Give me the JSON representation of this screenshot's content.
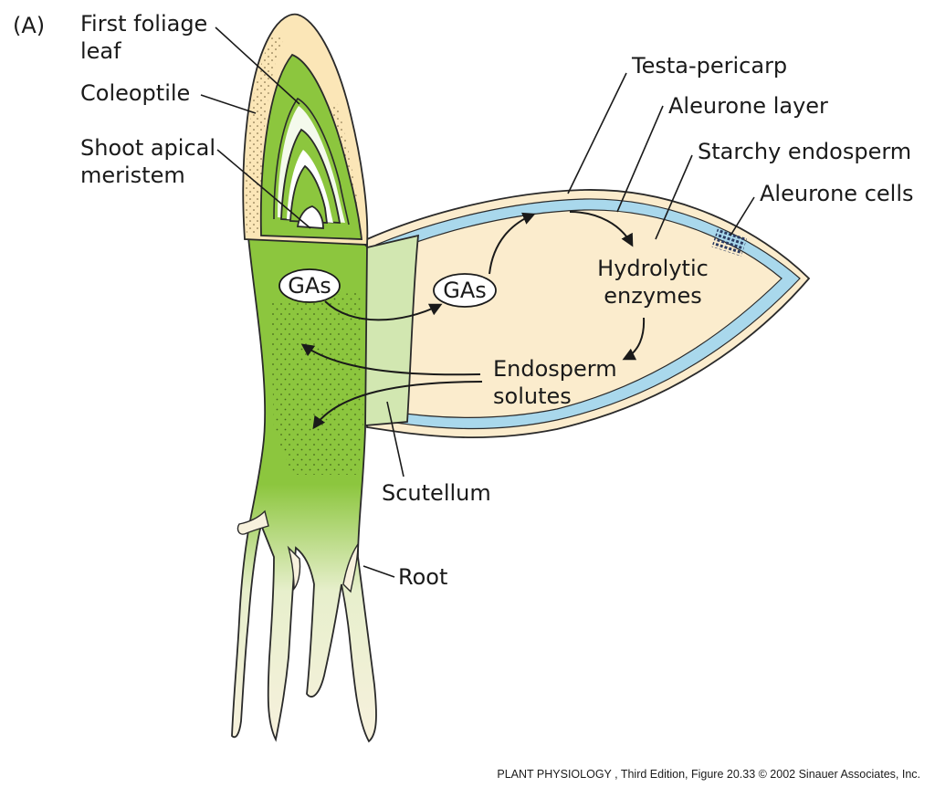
{
  "panel_label": "(A)",
  "labels": {
    "first_foliage_leaf": [
      "First foliage",
      "leaf"
    ],
    "coleoptile": "Coleoptile",
    "shoot_apical_meristem": [
      "Shoot apical",
      "meristem"
    ],
    "testa_pericarp": "Testa-pericarp",
    "aleurone_layer": "Aleurone layer",
    "starchy_endosperm": "Starchy endosperm",
    "aleurone_cells": "Aleurone cells",
    "gas_embryo": "GAs",
    "gas_endosperm": "GAs",
    "hydrolytic_enzymes": [
      "Hydrolytic",
      "enzymes"
    ],
    "endosperm_solutes": [
      "Endosperm",
      "solutes"
    ],
    "scutellum": "Scutellum",
    "root": "Root"
  },
  "credit": "PLANT PHYSIOLOGY , Third Edition, Figure 20.33  © 2002 Sinauer Associates, Inc.",
  "colors": {
    "endosperm_fill": "#fbeccd",
    "aleurone_blue": "#a9d8ec",
    "coleoptile_fill": "#fbe6b7",
    "shoot_green": "#8cc63e",
    "scutellum_green": "#d2e7b1",
    "root_cream": "#f7f1dd",
    "outline": "#2a2a2a"
  }
}
